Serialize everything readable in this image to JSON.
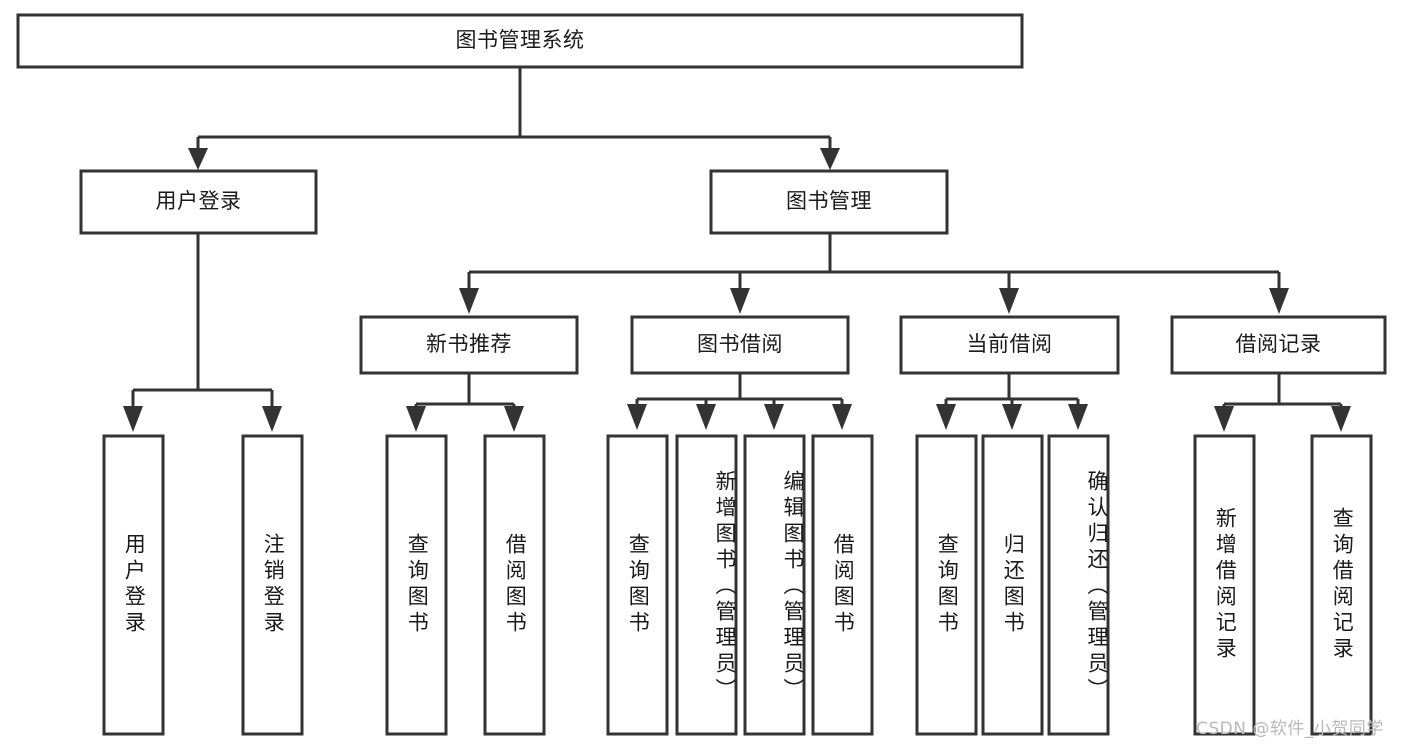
{
  "diagram": {
    "title": "图书管理系统",
    "type": "tree-hierarchy-chart",
    "colors": {
      "box_stroke": "#333333",
      "box_fill": "#ffffff",
      "connector": "#333333",
      "text": "#1a1a1a",
      "watermark": "#b9b9b9",
      "background": "#ffffff"
    },
    "root": {
      "label": "图书管理系统"
    },
    "level2": [
      {
        "label": "用户登录"
      },
      {
        "label": "图书管理"
      }
    ],
    "level3": [
      {
        "label": "新书推荐"
      },
      {
        "label": "图书借阅"
      },
      {
        "label": "当前借阅"
      },
      {
        "label": "借阅记录"
      }
    ],
    "leaves": {
      "user_login": [
        {
          "label": "用户登录"
        },
        {
          "label": "注销登录"
        }
      ],
      "new_book_recommend": [
        {
          "label": "查询图书"
        },
        {
          "label": "借阅图书"
        }
      ],
      "book_borrow": [
        {
          "label": "查询图书"
        },
        {
          "label": "新增图书（管理员）"
        },
        {
          "label": "编辑图书（管理员）"
        },
        {
          "label": "借阅图书"
        }
      ],
      "current_borrow": [
        {
          "label": "查询图书"
        },
        {
          "label": "归还图书"
        },
        {
          "label": "确认归还（管理员）"
        }
      ],
      "borrow_records": [
        {
          "label": "新增借阅记录"
        },
        {
          "label": "查询借阅记录"
        }
      ]
    }
  },
  "watermark": {
    "text": "CSDN @软件_小贺同学"
  }
}
